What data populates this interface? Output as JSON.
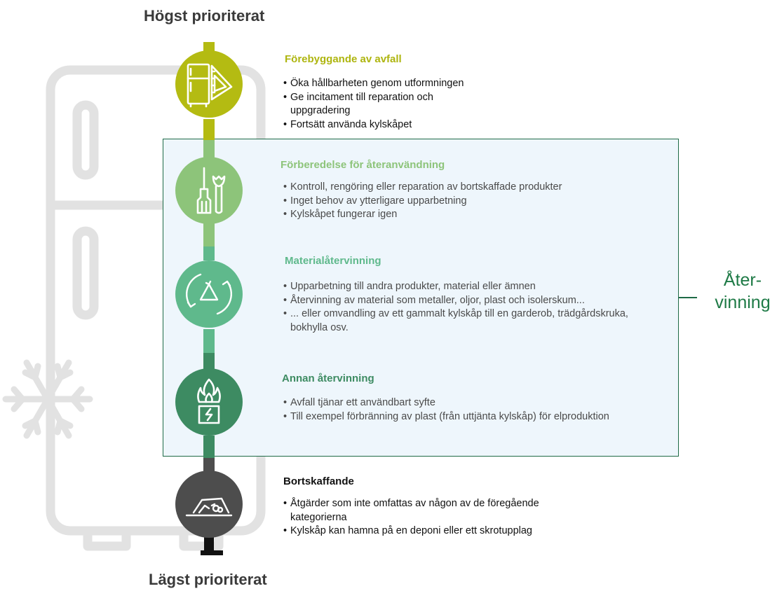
{
  "header": {
    "top_title": "Högst prioriterat",
    "bottom_title": "Lägst prioriterat"
  },
  "colors": {
    "prevention": "#b4bb12",
    "reuse": "#8dc47a",
    "recycling": "#5fb98c",
    "other_recovery": "#3d8b62",
    "disposal": "#4d4d4d",
    "box_border": "#1e6a46",
    "box_fill": "#eef6fc",
    "fridge_outline": "#e2e2e2"
  },
  "side_label": {
    "line1": "Åter-",
    "line2": "vinning"
  },
  "levels": [
    {
      "title": "Förebyggande av avfall",
      "icon": "fridge-ruler-icon",
      "bullets": [
        "Öka hållbarheten genom utformningen",
        "Ge incitament till reparation och uppgradering",
        "Fortsätt använda kylskåpet"
      ]
    },
    {
      "title": "Förberedelse för återanvändning",
      "icon": "screwdriver-wrench-icon",
      "bullets": [
        "Kontroll, rengöring eller reparation av bortskaffade produkter",
        "Inget behov av ytterligare upparbetning",
        "Kylskåpet fungerar igen"
      ]
    },
    {
      "title": "Materialåtervinning",
      "icon": "recycle-icon",
      "bullets": [
        "Upparbetning till andra produkter, material eller ämnen",
        "Återvinning av material som metaller, oljor, plast och isolerskum...",
        "... eller omvandling av ett gammalt kylskåp till en garderob, trädgårdskruka, bokhylla osv."
      ]
    },
    {
      "title": "Annan återvinning",
      "icon": "flame-energy-icon",
      "bullets": [
        "Avfall tjänar ett användbart syfte",
        "Till exempel förbränning av plast (från uttjänta kylskåp) för elproduktion"
      ]
    },
    {
      "title": "Bortskaffande",
      "icon": "landfill-icon",
      "bullets": [
        "Åtgärder som inte omfattas av någon av de föregående kategorierna",
        "Kylskåp kan hamna på en deponi eller ett skrotupplag"
      ]
    }
  ]
}
